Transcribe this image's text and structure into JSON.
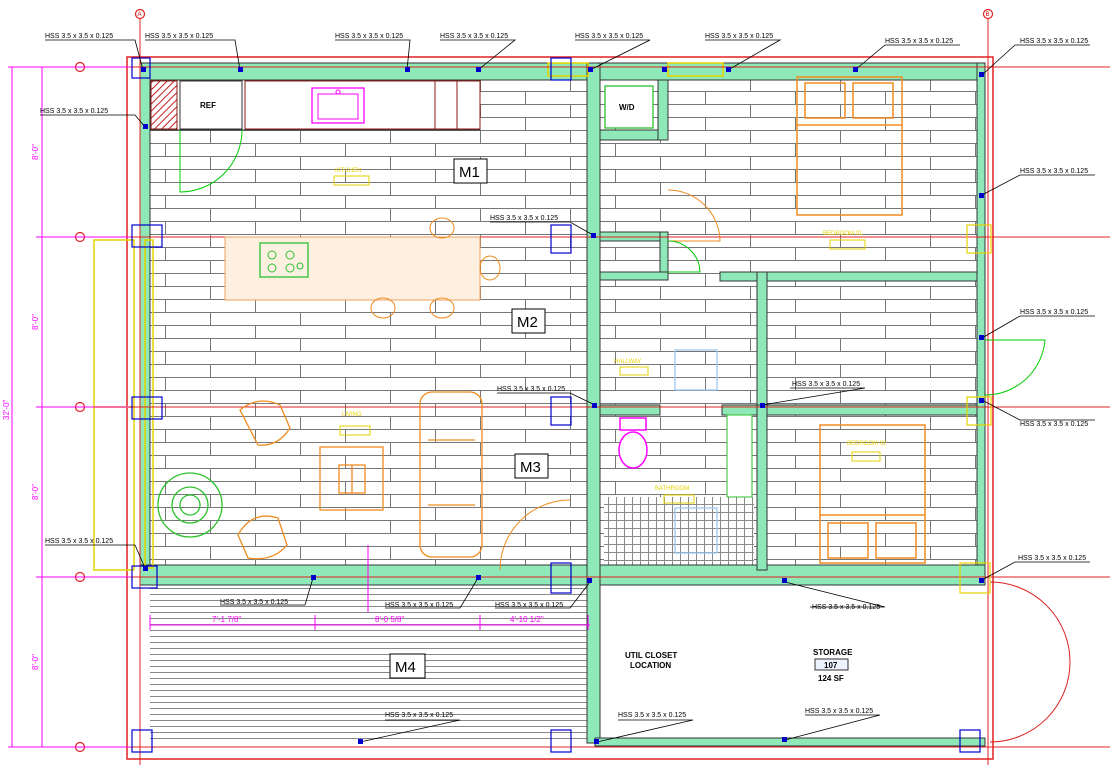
{
  "hss_label": "HSS 3.5 x 3.5 x 0.125",
  "grid_letters": {
    "top_left": "A",
    "top_right": "B"
  },
  "rooms": {
    "ref": "REF",
    "wd": "W/D",
    "m1": "M1",
    "m2": "M2",
    "m3": "M3",
    "m4": "M4",
    "util": "UTIL CLOSET",
    "util2": "LOCATION",
    "storage": "STORAGE",
    "storage_num": "107",
    "storage_area": "124 SF"
  },
  "yellow_tags": {
    "kitchen": "KITCHEN",
    "bedroom1": "BEDROOM 01",
    "bedroom2": "BEDROOM 02",
    "hallway": "HALLWAY",
    "living": "LIVING",
    "bathroom": "BATHROOM"
  },
  "dimensions": {
    "d1": "7'-1 7/8\"",
    "d2": "8'-0 5/8\"",
    "d3": "4'-10 1/2\"",
    "v1": "8'-0\"",
    "v2": "8'-0\"",
    "v3": "8'-0\"",
    "v4": "8'-0\"",
    "total": "32'-0\""
  },
  "colors": {
    "wall_fill": "#8ee8b8",
    "grid_line": "#e02020",
    "column": "#0000cc",
    "furniture": "#f08c20",
    "dim": "#ff00ff",
    "tag": "#e6d200",
    "door": "#00cc00"
  }
}
